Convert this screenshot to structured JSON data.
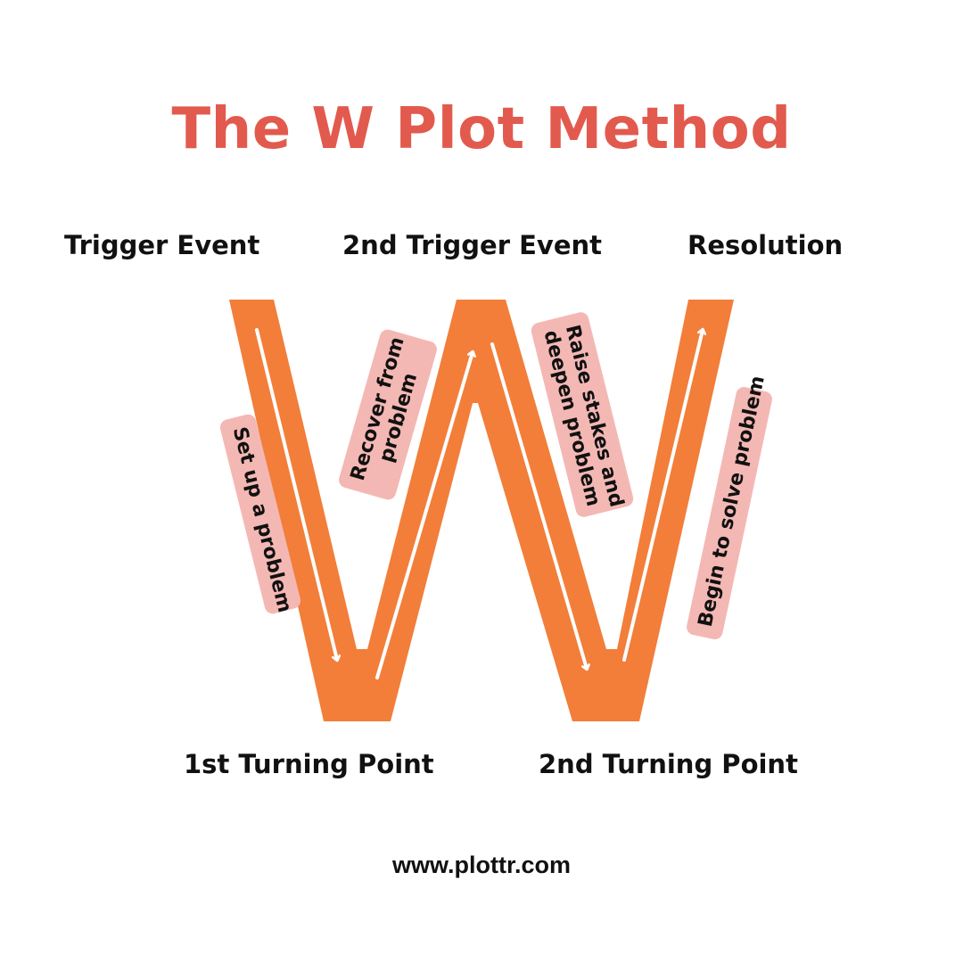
{
  "title": "The W Plot Method",
  "colors": {
    "title": "#e25a4e",
    "w_shape": "#f27e3a",
    "tag_background": "#f4b8b4",
    "arrow": "#ffffff",
    "text": "#111111"
  },
  "top_labels": [
    "Trigger Event",
    "2nd Trigger Event",
    "Resolution"
  ],
  "bottom_labels": [
    "1st Turning Point",
    "2nd Turning Point"
  ],
  "segments": [
    {
      "label": "Set up a problem",
      "direction": "down"
    },
    {
      "label_line1": "Recover from",
      "label_line2": "problem",
      "direction": "up"
    },
    {
      "label_line1": "Raise stakes and",
      "label_line2": "deepen problem",
      "direction": "down"
    },
    {
      "label": "Begin to solve problem",
      "direction": "up"
    }
  ],
  "footer": "www.plottr.com"
}
